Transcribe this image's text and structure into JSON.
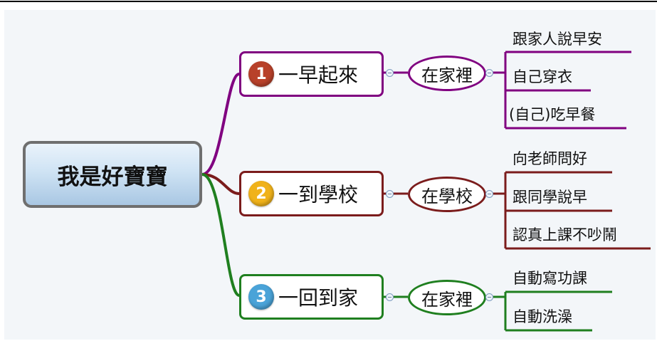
{
  "central": {
    "label": "我是好寶寶"
  },
  "branches": [
    {
      "number": "1",
      "label": "一早起來",
      "place": "在家裡",
      "color": "#800080",
      "badge_color": "#b8412a",
      "items": [
        "跟家人說早安",
        "自己穿衣",
        "(自己)吃早餐"
      ]
    },
    {
      "number": "2",
      "label": "一到學校",
      "place": "在學校",
      "color": "#7b1c1c",
      "badge_color": "#f0b21a",
      "items": [
        "向老師問好",
        "跟同學說早",
        "認真上課不吵鬧"
      ]
    },
    {
      "number": "3",
      "label": "一回到家",
      "place": "在家裡",
      "color": "#1f7f1f",
      "badge_color": "#4aa3d8",
      "items": [
        "自動寫功課",
        "自動洗澡"
      ]
    }
  ]
}
